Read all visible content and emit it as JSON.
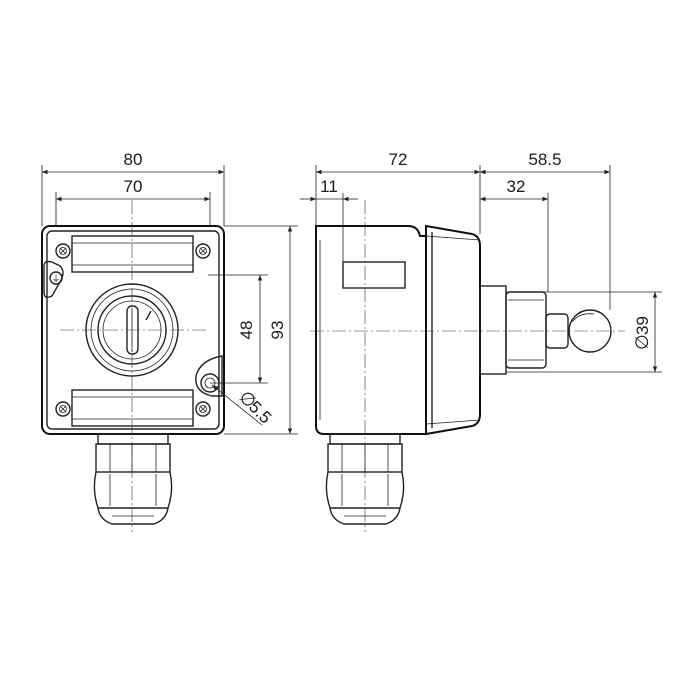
{
  "dimensions": {
    "front_width_outer": "80",
    "front_width_inner": "70",
    "front_height_inner": "48",
    "front_height_outer": "93",
    "mount_hole": "5.5",
    "side_depth": "72",
    "side_offset": "11",
    "actuator_length": "58.5",
    "actuator_inner": "32",
    "knob_diameter": "39"
  },
  "symbols": {
    "diameter": "∅",
    "ground": "⏚"
  }
}
